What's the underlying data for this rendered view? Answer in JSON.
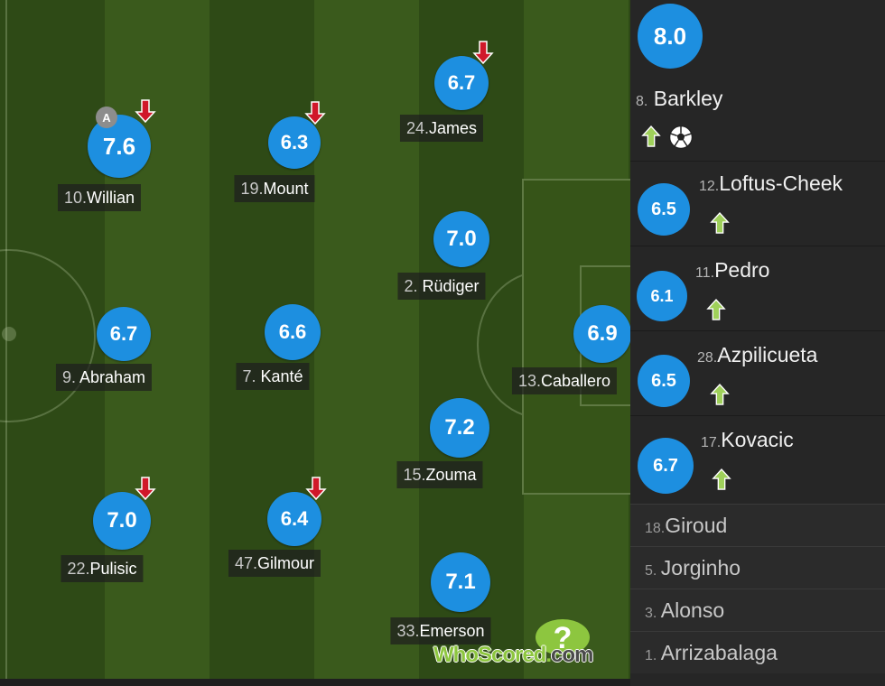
{
  "players": [
    {
      "number": "10.",
      "name": "Willian",
      "rating": "7.6",
      "captain": "A",
      "subbed_off": true
    },
    {
      "number": "19.",
      "name": "Mount",
      "rating": "6.3",
      "subbed_off": true
    },
    {
      "number": "24.",
      "name": "James",
      "rating": "6.7",
      "subbed_off": true
    },
    {
      "number": "2. ",
      "name": "Rüdiger",
      "rating": "7.0"
    },
    {
      "number": "9. ",
      "name": "Abraham",
      "rating": "6.7"
    },
    {
      "number": "7. ",
      "name": "Kanté",
      "rating": "6.6"
    },
    {
      "number": "13.",
      "name": "Caballero",
      "rating": "6.9"
    },
    {
      "number": "15.",
      "name": "Zouma",
      "rating": "7.2"
    },
    {
      "number": "22.",
      "name": "Pulisic",
      "rating": "7.0",
      "subbed_off": true
    },
    {
      "number": "47.",
      "name": "Gilmour",
      "rating": "6.4",
      "subbed_off": true
    },
    {
      "number": "33.",
      "name": "Emerson",
      "rating": "7.1"
    }
  ],
  "substitutes": [
    {
      "number": "8.",
      "name": "Barkley",
      "rating": "8.0",
      "subbed_on": true,
      "goal": true
    },
    {
      "number": "12.",
      "name": "Loftus-Cheek",
      "rating": "6.5",
      "subbed_on": true
    },
    {
      "number": "11.",
      "name": "Pedro",
      "rating": "6.1",
      "subbed_on": true
    },
    {
      "number": "28.",
      "name": "Azpilicueta",
      "rating": "6.5",
      "subbed_on": true
    },
    {
      "number": "17.",
      "name": "Kovacic",
      "rating": "6.7",
      "subbed_on": true
    }
  ],
  "bench": [
    {
      "number": "18.",
      "name": "Giroud"
    },
    {
      "number": "5. ",
      "name": "Jorginho"
    },
    {
      "number": "3. ",
      "name": "Alonso"
    },
    {
      "number": "1. ",
      "name": "Arrizabalaga"
    }
  ],
  "logo": {
    "text_who": "WhoScored",
    "text_dot": ".",
    "text_com": "com",
    "glyph": "?"
  },
  "colors": {
    "rating": "#1d8fe0",
    "subbed_off_arrow": "#d0182a",
    "subbed_on_arrow": "#9fd05a",
    "logo_green": "#8dc63f"
  },
  "icons": {
    "subbed_off": "arrow-down-icon",
    "subbed_on": "arrow-up-icon",
    "goal": "soccer-ball-icon",
    "captain": "captain-badge-icon"
  }
}
